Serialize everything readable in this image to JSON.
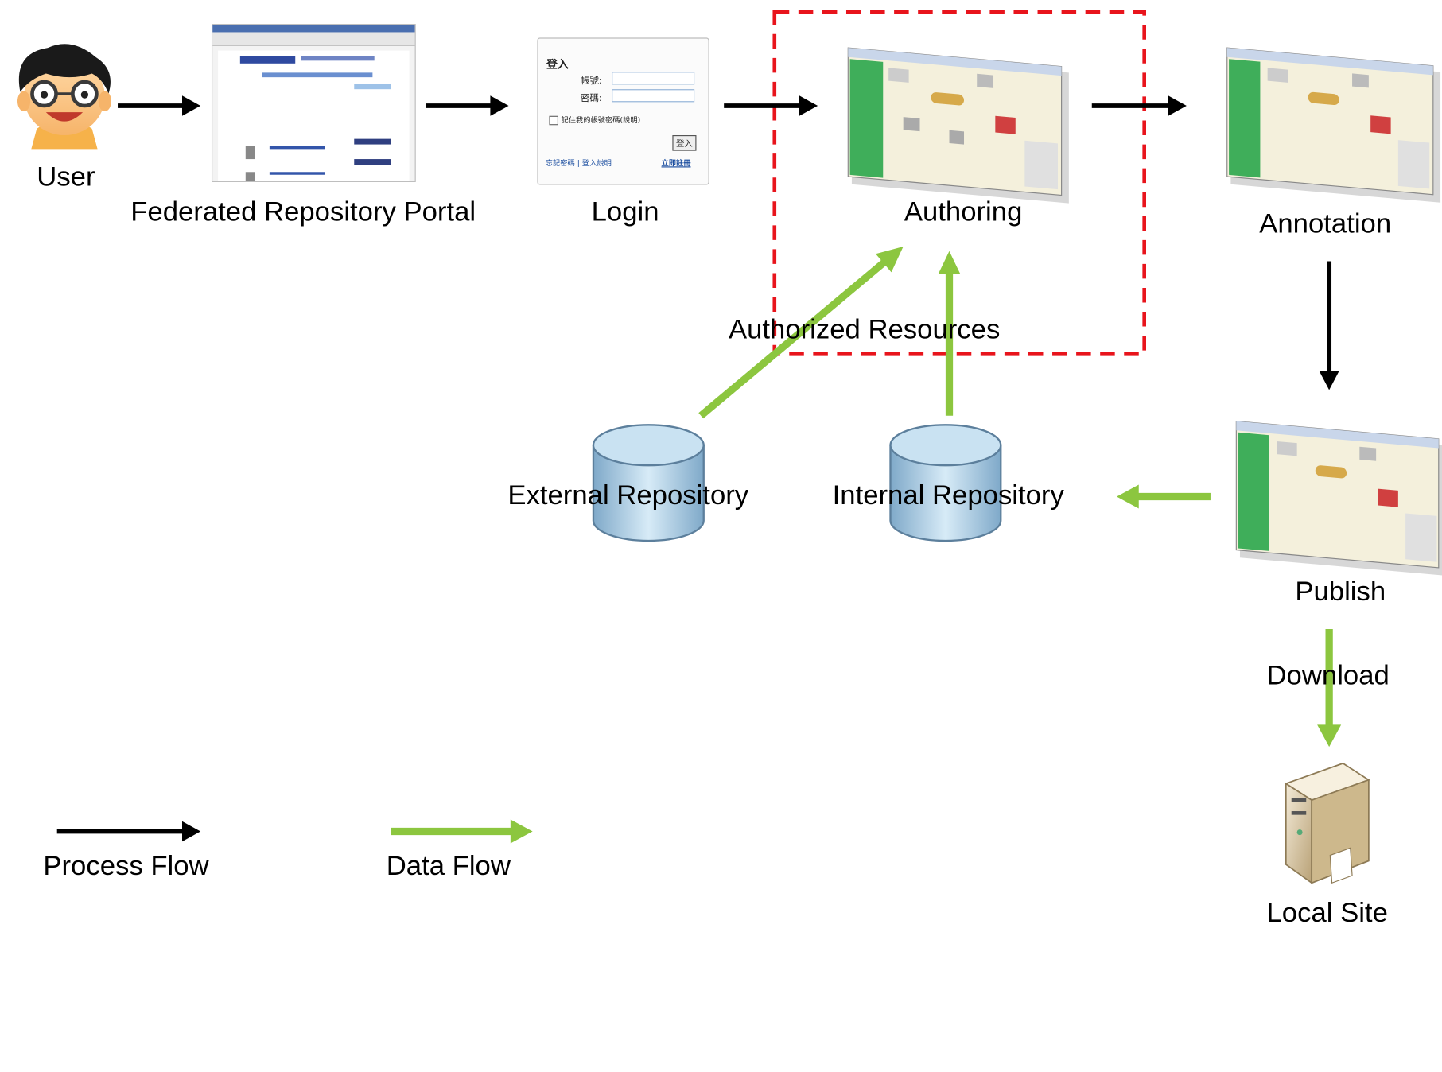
{
  "nodes": {
    "user": "User",
    "portal": "Federated Repository Portal",
    "login": "Login",
    "authoring": "Authoring",
    "annotation": "Annotation",
    "publish": "Publish",
    "external_repo": "External Repository",
    "internal_repo": "Internal Repository",
    "local_site": "Local Site"
  },
  "edges": {
    "authorized_resources": "Authorized Resources",
    "download": "Download"
  },
  "legend": {
    "process_flow": "Process Flow",
    "data_flow": "Data Flow"
  },
  "login_form": {
    "title": "登入",
    "account_label": "帳號:",
    "password_label": "密碼:",
    "remember": "記住我的帳號密碼(說明)",
    "submit": "登入",
    "forgot": "忘記密碼 | 登入說明",
    "register": "立即註冊"
  },
  "colors": {
    "process_flow": "#000000",
    "data_flow": "#8cc63f",
    "focus_box": "#e8141c",
    "app_sidebar": "#3fae5a",
    "repository": "#a9cce3"
  },
  "icons": [
    "user-avatar-icon",
    "database-icon",
    "server-icon"
  ]
}
